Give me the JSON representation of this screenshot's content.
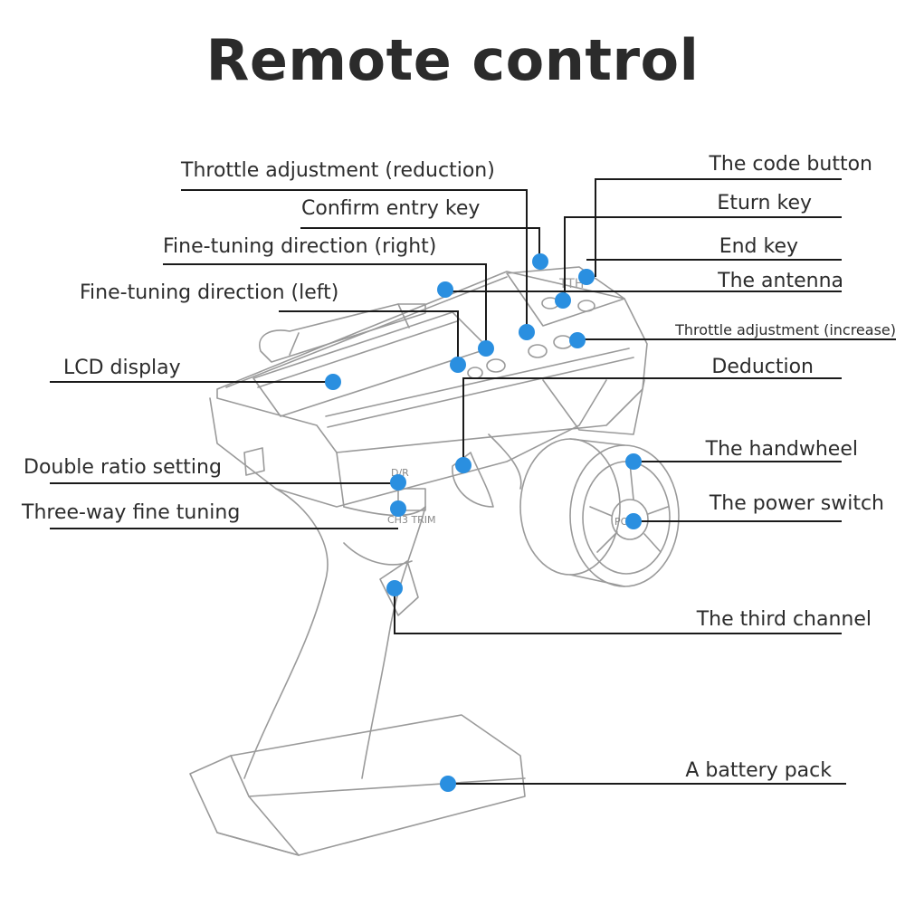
{
  "title": "Remote control",
  "accent_color": "#2a8fe0",
  "labels": {
    "throttle_reduction": "Throttle adjustment (reduction)",
    "confirm_entry": "Confirm entry key",
    "fine_right": "Fine-tuning direction (right)",
    "fine_left": "Fine-tuning direction (left)",
    "lcd": "LCD display",
    "double_ratio": "Double ratio setting",
    "three_way": "Three-way fine tuning",
    "code_button": "The code button",
    "eturn": "Eturn key",
    "end_key": "End key",
    "antenna": "The antenna",
    "throttle_increase": "Throttle adjustment (increase)",
    "deduction": "Deduction",
    "handwheel": "The handwheel",
    "power_switch": "The power switch",
    "third_channel": "The third channel",
    "battery": "A battery pack"
  },
  "device_markings": {
    "dr": "D/R",
    "trim": "CH3 TRIM",
    "power": "POW"
  }
}
